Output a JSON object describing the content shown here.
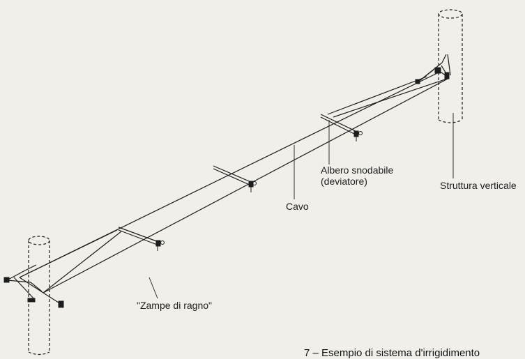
{
  "labels": {
    "vertical_structure": "Struttura verticale",
    "snap_mast": "Albero snodabile",
    "snap_mast_sub": "(deviatore)",
    "cable": "Cavo",
    "spider_legs": "\"Zampe di ragno\""
  },
  "caption": "7 – Esempio di sistema d'irrigidimento",
  "colors": {
    "ink": "#1d1d1d",
    "paper": "#f1efea"
  }
}
